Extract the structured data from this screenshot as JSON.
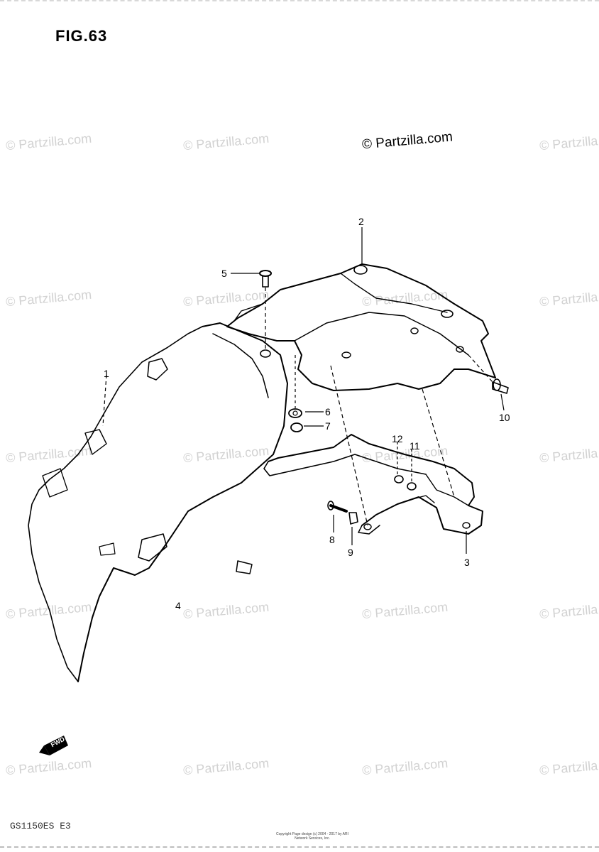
{
  "figure": {
    "title": "FIG.63",
    "footer_code": "GS1150ES E3",
    "copyright": "Copyright Page design (c) 2004 - 2017 by ARI Network Services, Inc."
  },
  "watermark": {
    "text": "© Partzilla.com"
  },
  "callouts": [
    "1",
    "2",
    "3",
    "4",
    "5",
    "6",
    "7",
    "8",
    "9",
    "10",
    "11",
    "12"
  ],
  "direction_badge": "FWD"
}
